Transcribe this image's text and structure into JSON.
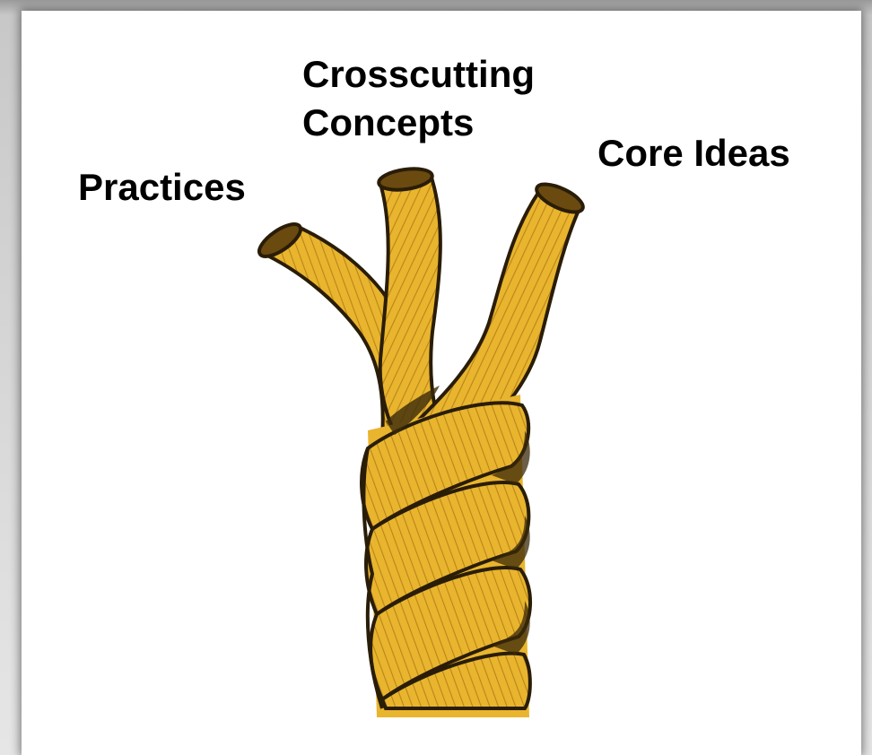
{
  "labels": {
    "practices": "Practices",
    "crosscutting_line1": "Crosscutting",
    "crosscutting_line2": "Concepts",
    "core_ideas": "Core Ideas"
  },
  "colors": {
    "rope_fill": "#E9B52E",
    "rope_stripe": "#B8851A",
    "rope_outline": "#2a1d08",
    "shadow": "#3a2a0a",
    "background": "#ffffff"
  }
}
